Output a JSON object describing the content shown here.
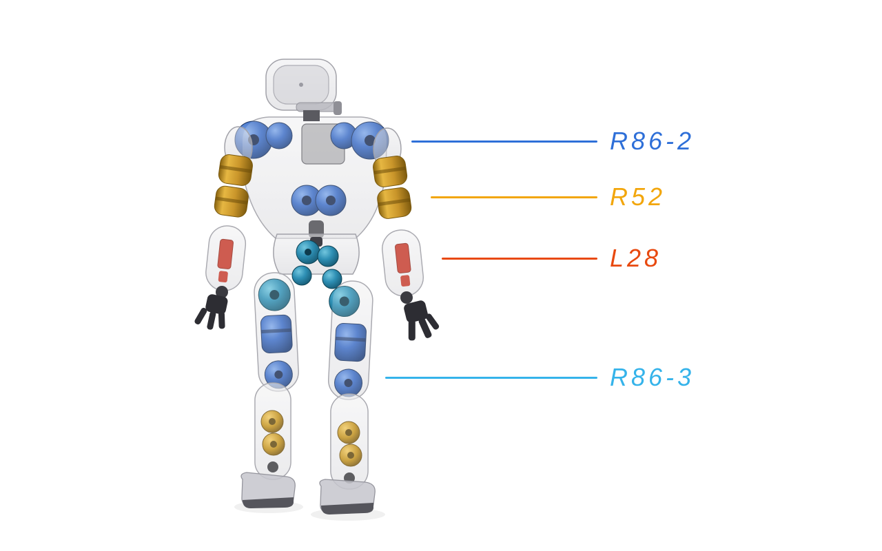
{
  "page": {
    "background": "#ffffff"
  },
  "illustration": {
    "name": "humanoid-robot-transparent-render"
  },
  "callouts": [
    {
      "id": "R86-2",
      "label": "R86-2",
      "color": "#2E6FD8"
    },
    {
      "id": "R52",
      "label": "R52",
      "color": "#F2A60C"
    },
    {
      "id": "L28",
      "label": "L28",
      "color": "#E8490F"
    },
    {
      "id": "R86-3",
      "label": "R86-3",
      "color": "#35B3EA"
    }
  ]
}
